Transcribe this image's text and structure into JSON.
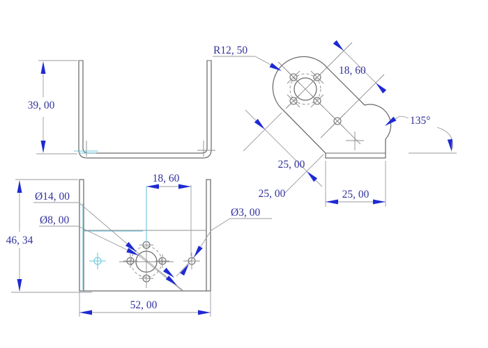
{
  "drawing": {
    "background": "#ffffff",
    "colors": {
      "background": "#ffffff",
      "geometry": "#6a6a6a",
      "centerline": "#8c8c8c",
      "dim_line": "#9a9aa2",
      "arrow": "#1e2ad2",
      "text": "#32329b",
      "accent": "#6cc6dd"
    },
    "views": {
      "side_u_channel": {
        "dimensions": {
          "leg_height": "39, 00"
        }
      },
      "angled": {
        "dimensions": {
          "lobe_radius": "R12, 50",
          "hole_spacing": "18, 60",
          "bend_angle": "135°",
          "slant_length": "25, 00",
          "slant_length_alt": "25, 00",
          "flange_width": "25, 00"
        }
      },
      "front": {
        "dimensions": {
          "overall_height": "46, 34",
          "bolt_circle_diameter": "Ø14, 00",
          "center_hole_diameter": "Ø8, 00",
          "small_hole_diameter": "Ø3, 00",
          "hole_spacing": "18, 60",
          "base_width": "52, 00"
        }
      }
    }
  }
}
